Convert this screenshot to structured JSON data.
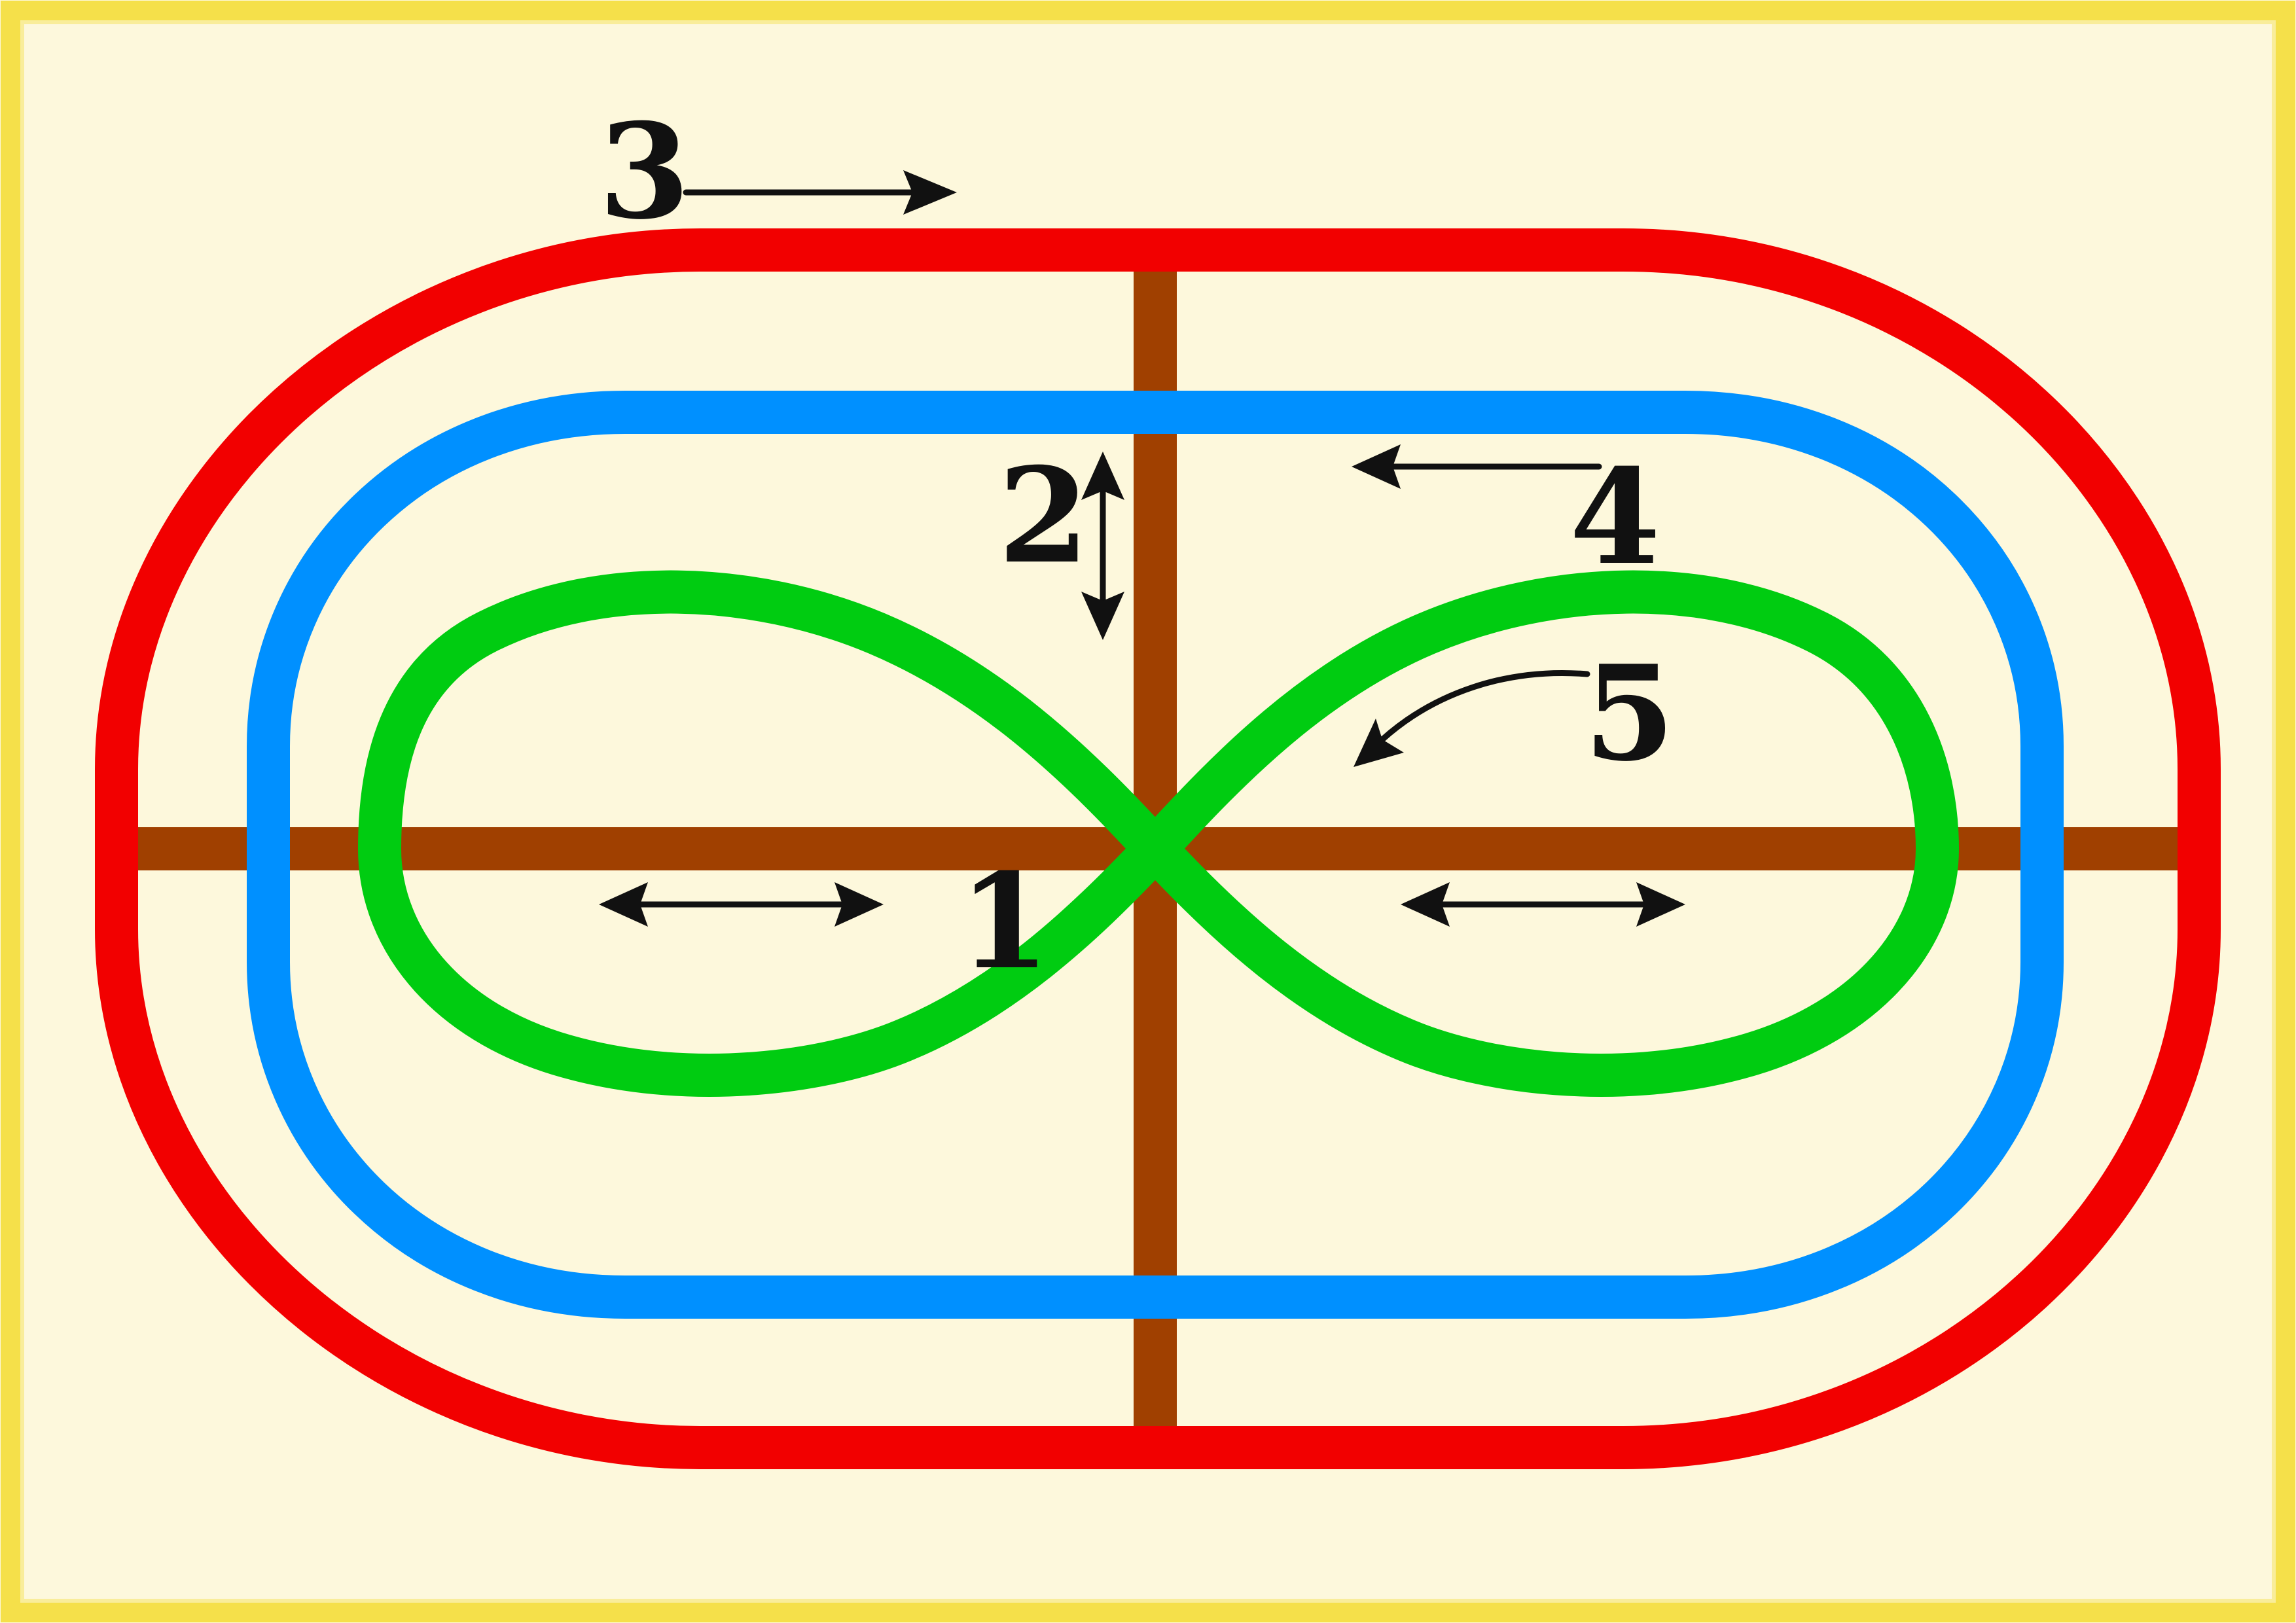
{
  "diagram": {
    "background_color": "#fdf8dc",
    "frame_color": "#f5e04a",
    "paths": [
      {
        "name": "outer-oval",
        "color": "#f20000"
      },
      {
        "name": "inner-oval",
        "color": "#0090ff"
      },
      {
        "name": "figure-eight",
        "color": "#00cc11"
      },
      {
        "name": "cross-bars",
        "color": "#a04000"
      }
    ],
    "labels": {
      "one": "1",
      "two": "2",
      "three": "3",
      "four": "4",
      "five": "5"
    },
    "arrow_color": "#111111"
  }
}
